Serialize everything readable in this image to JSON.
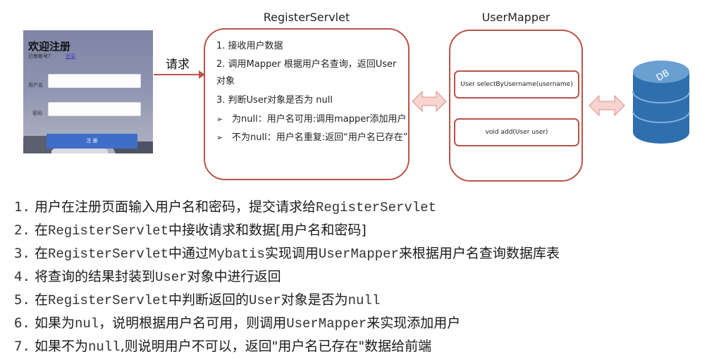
{
  "thumbnail": {
    "title": "欢迎注册",
    "hint": "已有帐号？",
    "login_link": "登录",
    "username_label": "用户名",
    "password_label": "密码",
    "submit_label": "注 册"
  },
  "request_label": "请求",
  "servlet": {
    "title": "RegisterServlet",
    "steps": [
      "1. 接收用户数据",
      "2. 调用Mapper 根据用户名查询，返回User",
      "对象",
      "3. 判断User对象是否为 null"
    ],
    "bullets": [
      "为null：用户名可用:调用mapper添加用户",
      "不为null：用户名重复:返回“用户名已存在”"
    ],
    "bullet_mark": "➢"
  },
  "mapper": {
    "title": "UserMapper",
    "methods": [
      "User selectByUsername(username)",
      "void add(User user)"
    ]
  },
  "db_label": "DB",
  "colors": {
    "box_border": "#b95448",
    "double_arrow_fill": "#f9d3cf",
    "db_top": "#6a9fd2",
    "db_body": "#2f6fae"
  },
  "list": [
    {
      "num": "1.",
      "parts": [
        "用户在注册页面输入用户名和密码，提交请求给",
        "RegisterServlet"
      ]
    },
    {
      "num": "2.",
      "parts": [
        "在",
        "RegisterServlet",
        "中接收请求和数据[用户名和密码]"
      ]
    },
    {
      "num": "3.",
      "parts": [
        "在",
        "RegisterServlet",
        "中通过",
        "Mybatis",
        "实现调用",
        "UserMapper",
        "来根据用户名查询数据库表"
      ]
    },
    {
      "num": "4.",
      "parts": [
        "将查询的结果封装到",
        "User",
        "对象中进行返回"
      ]
    },
    {
      "num": "5.",
      "parts": [
        "在",
        "RegisterServlet",
        "中判断返回的",
        "User",
        "对象是否为",
        "null"
      ]
    },
    {
      "num": "6.",
      "parts": [
        "如果为",
        "nul",
        "，说明根据用户名可用，则调用",
        "UserMapper",
        "来实现添加用户"
      ]
    },
    {
      "num": "7.",
      "parts": [
        "如果不为",
        "null",
        ",则说明用户不可以，返回\"用户名已存在\"数据给前端"
      ]
    }
  ]
}
